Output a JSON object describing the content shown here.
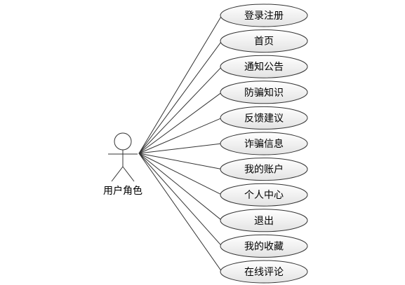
{
  "actor": {
    "name": "用户角色"
  },
  "use_cases": [
    {
      "label": "登录注册"
    },
    {
      "label": "首页"
    },
    {
      "label": "通知公告"
    },
    {
      "label": "防骗知识"
    },
    {
      "label": "反馈建议"
    },
    {
      "label": "诈骗信息"
    },
    {
      "label": "我的账户"
    },
    {
      "label": "个人中心"
    },
    {
      "label": "退出"
    },
    {
      "label": "我的收藏"
    },
    {
      "label": "在线评论"
    }
  ],
  "style": {
    "ellipse_fill_top": "#ffffff",
    "ellipse_fill_bottom": "#e4e4e4",
    "stroke": "#333333"
  }
}
